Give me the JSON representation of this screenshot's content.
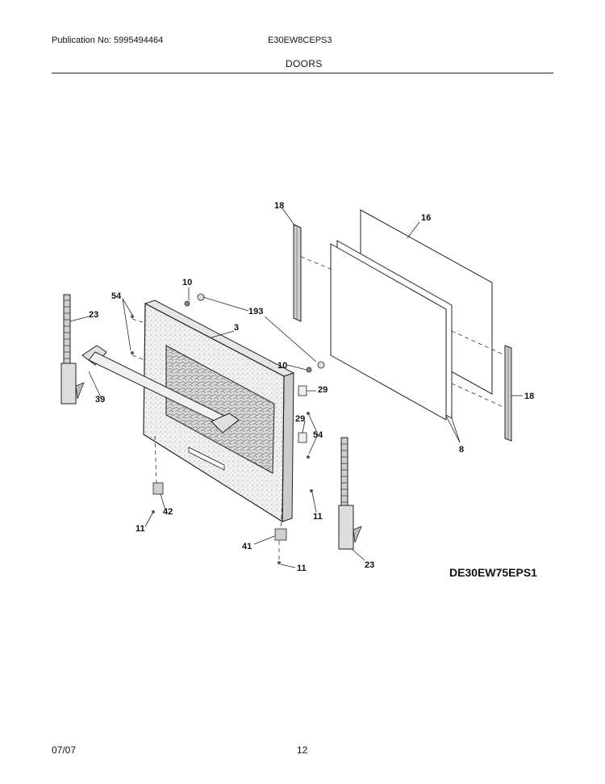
{
  "header": {
    "publication": "Publication No: 5995494464",
    "model": "E30EW8CEPS3",
    "section": "DOORS"
  },
  "diagram": {
    "reference_code": "DE30EW75EPS1",
    "callouts": {
      "c18_top": "18",
      "c16": "16",
      "c10_top": "10",
      "c193": "193",
      "c54_left": "54",
      "c23_left": "23",
      "c3": "3",
      "c10_mid": "10",
      "c29_top": "29",
      "c29_mid": "29",
      "c54_right": "54",
      "c39": "39",
      "c18_right": "18",
      "c8": "8",
      "c42": "42",
      "c11_left": "11",
      "c11_right": "11",
      "c41": "41",
      "c11_bottom": "11",
      "c23_right": "23"
    }
  },
  "footer": {
    "date": "07/07",
    "page": "12"
  }
}
